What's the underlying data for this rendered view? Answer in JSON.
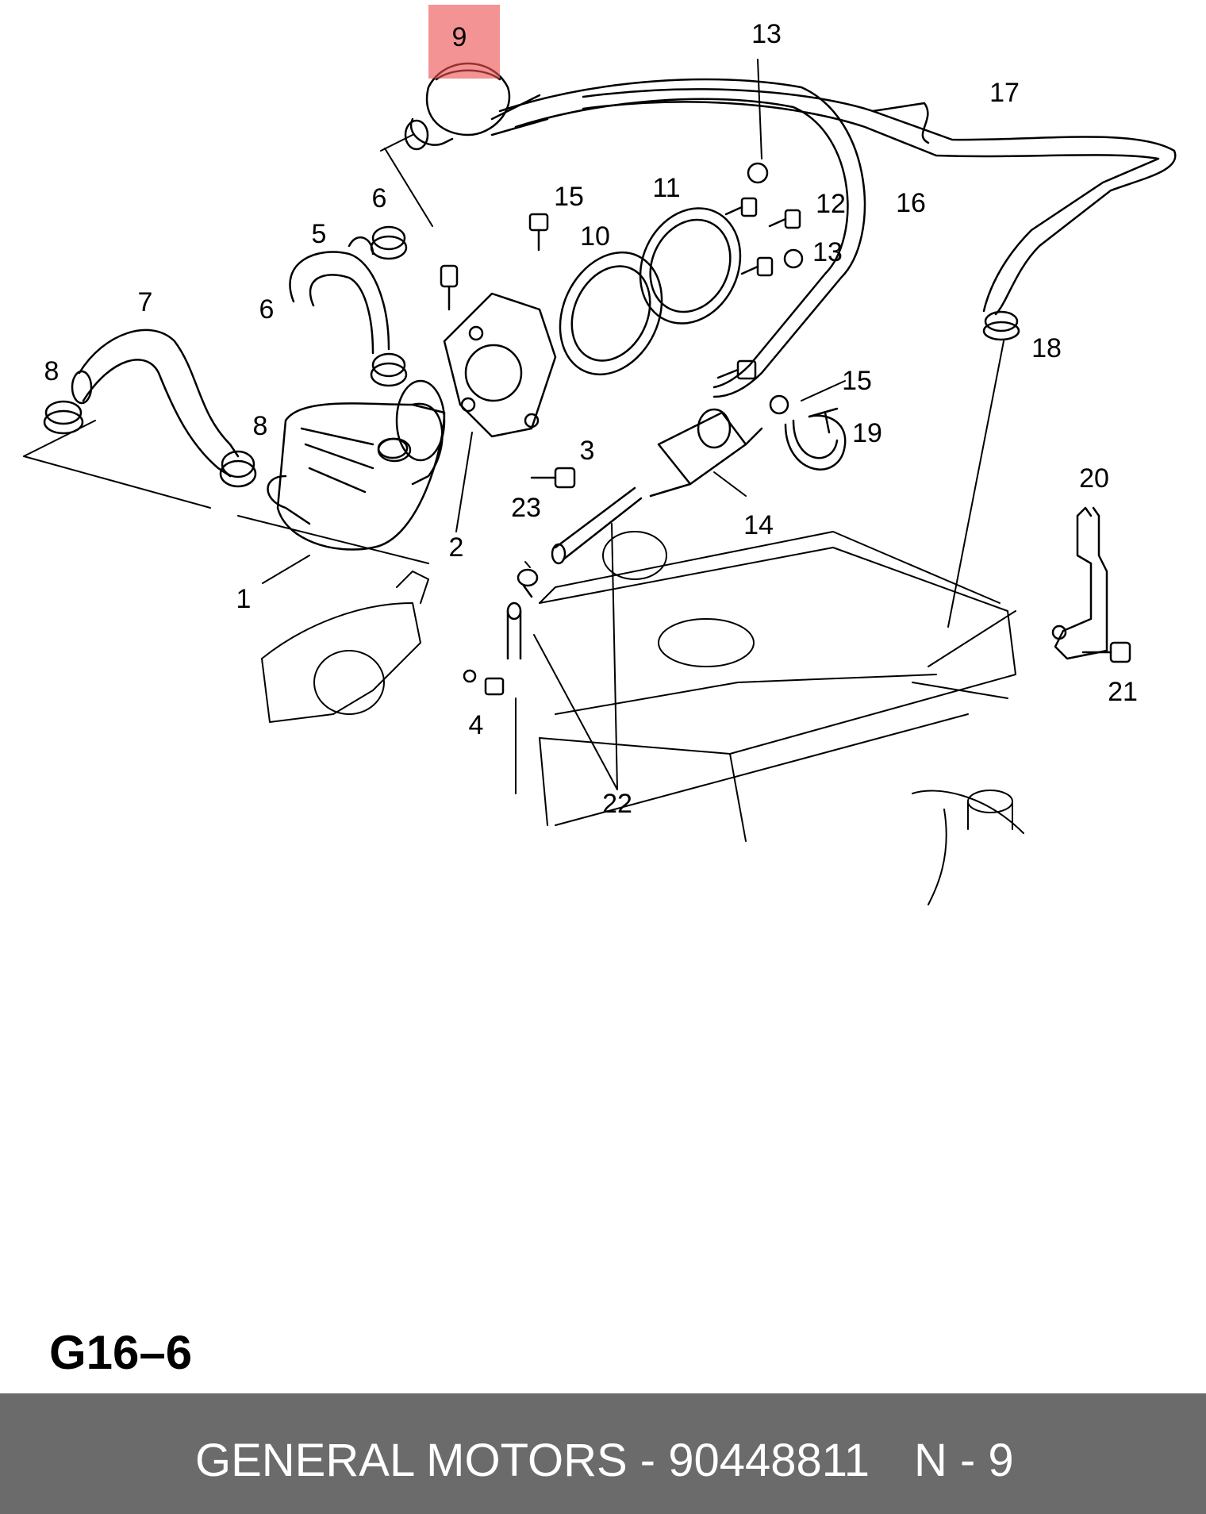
{
  "highlight": {
    "label": "9",
    "color": "#eb5050"
  },
  "callouts": {
    "c1": "1",
    "c2": "2",
    "c3": "3",
    "c4": "4",
    "c5": "5",
    "c6a": "6",
    "c6b": "6",
    "c7": "7",
    "c8a": "8",
    "c8b": "8",
    "c10": "10",
    "c11": "11",
    "c12": "12",
    "c13a": "13",
    "c13b": "13",
    "c14": "14",
    "c15a": "15",
    "c15b": "15",
    "c16": "16",
    "c17": "17",
    "c18": "18",
    "c19": "19",
    "c20": "20",
    "c21": "21",
    "c22": "22",
    "c23": "23"
  },
  "diagram_code": "G16–6",
  "footer": {
    "part_text": "GENERAL MOTORS - 90448811",
    "position_text": "N - 9",
    "background": "#6b6b6b"
  }
}
